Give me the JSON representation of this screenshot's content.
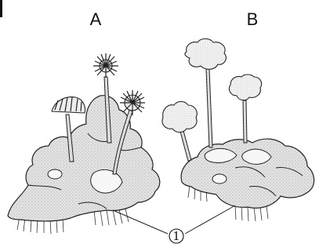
{
  "figure": {
    "label_a": "A",
    "label_b": "B",
    "pointer_label": "①"
  }
}
